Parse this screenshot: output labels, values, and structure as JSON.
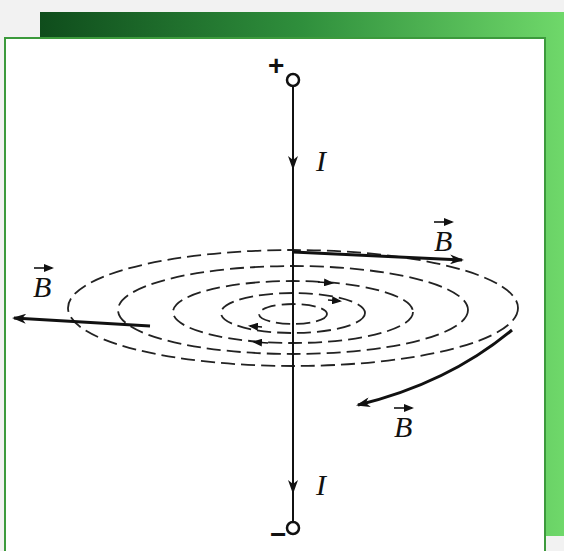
{
  "diagram": {
    "labels": [
      "+",
      "I",
      "B",
      "B",
      "B",
      "I",
      "−"
    ]
  }
}
